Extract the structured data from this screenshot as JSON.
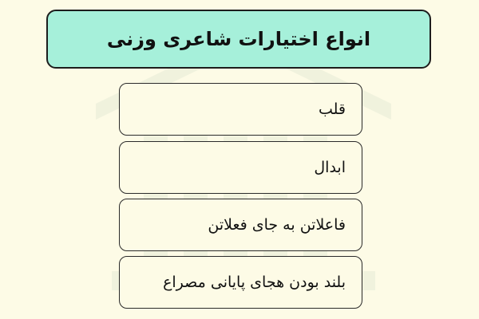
{
  "title": "انواع اختیارات شاعری وزنی",
  "items": [
    {
      "label": "قلب"
    },
    {
      "label": "ابدال"
    },
    {
      "label": "فاعلاتن به جای فعلاتن"
    },
    {
      "label": "بلند بودن هجای پایانی مصراع"
    }
  ],
  "colors": {
    "background": "#fdfbe6",
    "title_fill": "#a6f0da",
    "border": "#1d1d1d"
  }
}
